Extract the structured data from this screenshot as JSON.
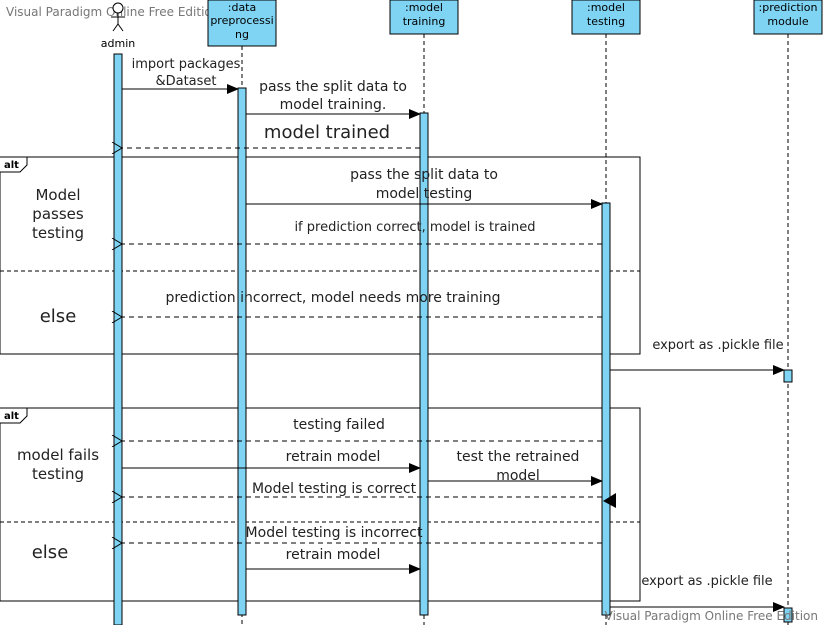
{
  "watermark_top": "Visual Paradigm Online Free Edition",
  "watermark_bottom": "Visual Paradigm Online Free Edition",
  "actor": {
    "label": "admin"
  },
  "lifelines": [
    {
      "line1": ":data",
      "line2": "preprocessi",
      "line3": "ng"
    },
    {
      "line1": ":model",
      "line2": "training"
    },
    {
      "line1": ":model",
      "line2": "testing"
    },
    {
      "line1": ":prediction",
      "line2": "module"
    }
  ],
  "messages": {
    "import_1": "import packages",
    "import_2": "&Dataset",
    "pass_train_1": "pass the split data to",
    "pass_train_2": "model training.",
    "model_trained": "model trained",
    "pass_test_1": "pass the split data to",
    "pass_test_2": "model testing",
    "prediction_correct": "if prediction correct, model is trained",
    "prediction_incorrect": "prediction incorrect, model needs more training",
    "export_1": "export as .pickle file",
    "testing_failed": "testing failed",
    "retrain_1": "retrain model",
    "test_retrained_1": "test the retrained",
    "test_retrained_2": "model",
    "testing_correct": "Model testing is correct",
    "testing_incorrect": "Model testing is incorrect",
    "retrain_2": "retrain model",
    "export_2": "export as .pickle file"
  },
  "fragments": [
    {
      "label": "alt",
      "guard1_lines": [
        "Model",
        "passes",
        "testing"
      ],
      "guard2": "else"
    },
    {
      "label": "alt",
      "guard1_lines": [
        "model fails",
        "testing"
      ],
      "guard2": "else"
    }
  ],
  "colors": {
    "lifeline_fill": "#7fd4f4",
    "activation_fill": "#7fd4f4",
    "border": "#000000"
  }
}
